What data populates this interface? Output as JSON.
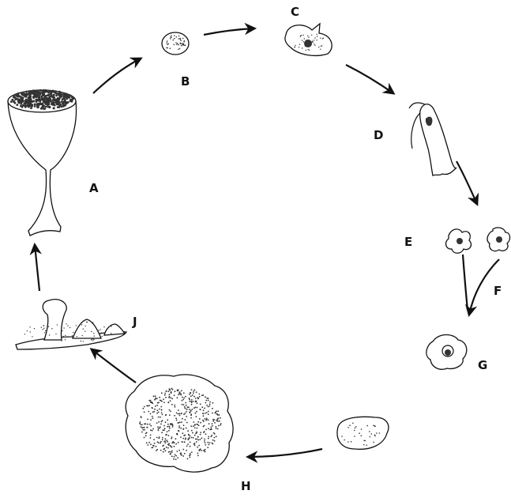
{
  "diagram": {
    "stages": [
      {
        "id": "A",
        "label": "A"
      },
      {
        "id": "B",
        "label": "B"
      },
      {
        "id": "C",
        "label": "C"
      },
      {
        "id": "D",
        "label": "D"
      },
      {
        "id": "E",
        "label": "E"
      },
      {
        "id": "F",
        "label": "F"
      },
      {
        "id": "G",
        "label": "G"
      },
      {
        "id": "H",
        "label": "H"
      },
      {
        "id": "J",
        "label": "J"
      }
    ]
  }
}
